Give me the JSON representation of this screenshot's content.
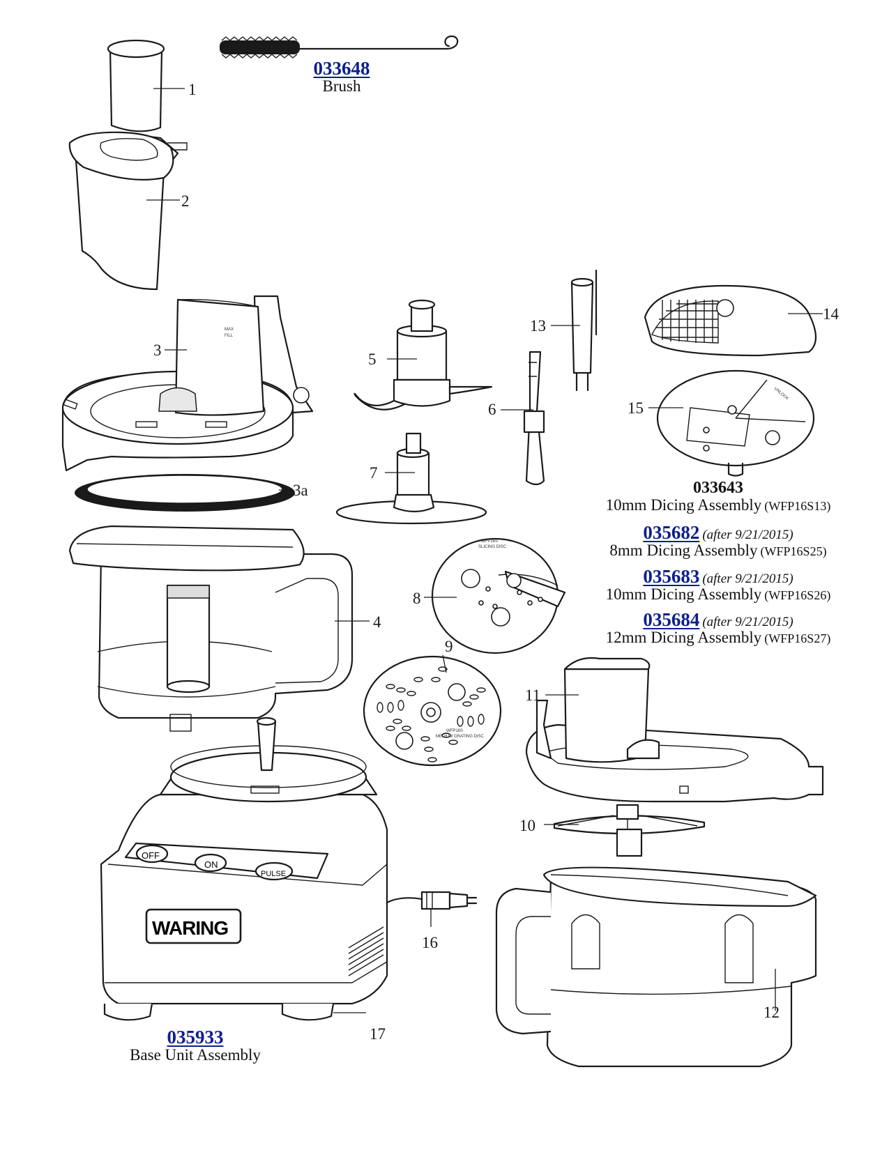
{
  "brush": {
    "part_no": "033648",
    "name": "Brush"
  },
  "base_unit": {
    "part_no": "035933",
    "name": "Base Unit Assembly"
  },
  "dicing_kits": [
    {
      "part_no": "033643",
      "note": "",
      "desc": "10mm Dicing Assembly",
      "model": "(WFP16S13)",
      "is_link": false
    },
    {
      "part_no": "035682",
      "note": "(after 9/21/2015)",
      "desc": "8mm Dicing Assembly",
      "model": "(WFP16S25)",
      "is_link": true
    },
    {
      "part_no": "035683",
      "note": "(after 9/21/2015)",
      "desc": "10mm Dicing Assembly",
      "model": "(WFP16S26)",
      "is_link": true
    },
    {
      "part_no": "035684",
      "note": "(after 9/21/2015)",
      "desc": "12mm Dicing Assembly",
      "model": "(WFP16S27)",
      "is_link": true
    }
  ],
  "callouts": [
    "1",
    "2",
    "3",
    "3a",
    "4",
    "5",
    "6",
    "7",
    "8",
    "9",
    "10",
    "11",
    "12",
    "13",
    "14",
    "15",
    "16",
    "17"
  ],
  "control_panel": {
    "off": "OFF",
    "on": "ON",
    "pulse": "PULSE"
  },
  "brand": "WARING",
  "bowl_marking": "MAX FILL",
  "disc_markings": {
    "slicing": "SLICING DISC",
    "grating": "MEDIUM GRATING DISC",
    "unlock": "UNLOCK"
  }
}
